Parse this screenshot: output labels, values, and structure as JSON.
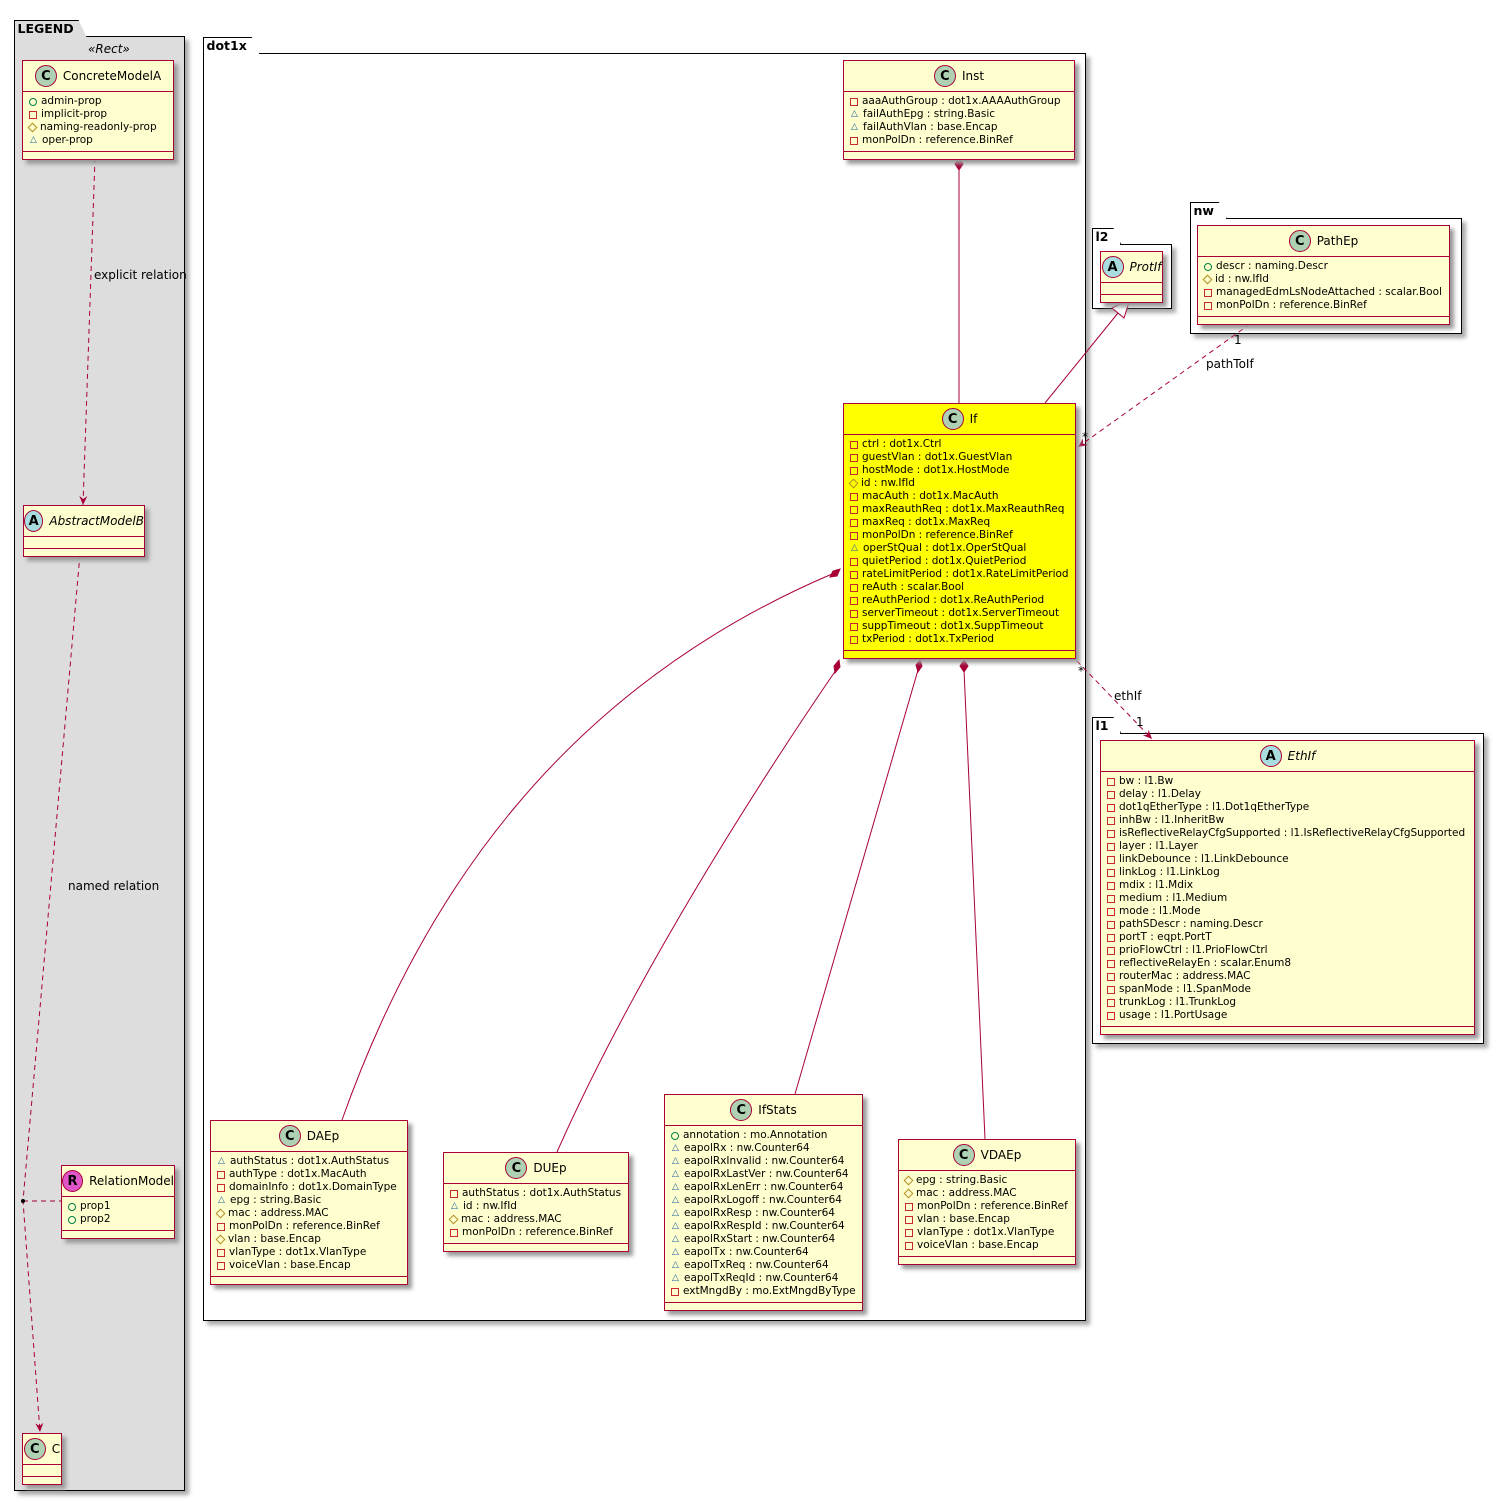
{
  "packages": {
    "legend": {
      "label": "LEGEND",
      "stereotype": "«Rect»"
    },
    "dot1x": {
      "label": "dot1x"
    },
    "l2": {
      "label": "l2"
    },
    "nw": {
      "label": "nw"
    },
    "l1": {
      "label": "l1"
    }
  },
  "classes": {
    "ConcreteModelA": {
      "name": "ConcreteModelA",
      "kind": "C",
      "members": [
        {
          "vis": "+",
          "text": "admin-prop"
        },
        {
          "vis": "-",
          "text": "implicit-prop"
        },
        {
          "vis": "#",
          "text": "naming-readonly-prop"
        },
        {
          "vis": "~",
          "text": "oper-prop"
        }
      ]
    },
    "AbstractModelB": {
      "name": "AbstractModelB",
      "kind": "A",
      "members": []
    },
    "RelationModel": {
      "name": "RelationModel",
      "kind": "R",
      "members": [
        {
          "vis": "+",
          "text": "prop1"
        },
        {
          "vis": "+",
          "text": "prop2"
        }
      ]
    },
    "C": {
      "name": "C",
      "kind": "C",
      "members": []
    },
    "Inst": {
      "name": "Inst",
      "kind": "C",
      "members": [
        {
          "vis": "-",
          "text": "aaaAuthGroup : dot1x.AAAAuthGroup"
        },
        {
          "vis": "~",
          "text": "failAuthEpg : string.Basic"
        },
        {
          "vis": "~",
          "text": "failAuthVlan : base.Encap"
        },
        {
          "vis": "-",
          "text": "monPolDn : reference.BinRef"
        }
      ]
    },
    "If": {
      "name": "If",
      "kind": "C",
      "highlight_color": "#ffff00",
      "members": [
        {
          "vis": "-",
          "text": "ctrl : dot1x.Ctrl"
        },
        {
          "vis": "-",
          "text": "guestVlan : dot1x.GuestVlan"
        },
        {
          "vis": "-",
          "text": "hostMode : dot1x.HostMode"
        },
        {
          "vis": "#",
          "text": "id : nw.IfId"
        },
        {
          "vis": "-",
          "text": "macAuth : dot1x.MacAuth"
        },
        {
          "vis": "-",
          "text": "maxReauthReq : dot1x.MaxReauthReq"
        },
        {
          "vis": "-",
          "text": "maxReq : dot1x.MaxReq"
        },
        {
          "vis": "-",
          "text": "monPolDn : reference.BinRef"
        },
        {
          "vis": "~",
          "text": "operStQual : dot1x.OperStQual"
        },
        {
          "vis": "-",
          "text": "quietPeriod : dot1x.QuietPeriod"
        },
        {
          "vis": "-",
          "text": "rateLimitPeriod : dot1x.RateLimitPeriod"
        },
        {
          "vis": "-",
          "text": "reAuth : scalar.Bool"
        },
        {
          "vis": "-",
          "text": "reAuthPeriod : dot1x.ReAuthPeriod"
        },
        {
          "vis": "-",
          "text": "serverTimeout : dot1x.ServerTimeout"
        },
        {
          "vis": "-",
          "text": "suppTimeout : dot1x.SuppTimeout"
        },
        {
          "vis": "-",
          "text": "txPeriod : dot1x.TxPeriod"
        }
      ]
    },
    "DAEp": {
      "name": "DAEp",
      "kind": "C",
      "members": [
        {
          "vis": "~",
          "text": "authStatus : dot1x.AuthStatus"
        },
        {
          "vis": "-",
          "text": "authType : dot1x.MacAuth"
        },
        {
          "vis": "-",
          "text": "domainInfo : dot1x.DomainType"
        },
        {
          "vis": "~",
          "text": "epg : string.Basic"
        },
        {
          "vis": "#",
          "text": "mac : address.MAC"
        },
        {
          "vis": "-",
          "text": "monPolDn : reference.BinRef"
        },
        {
          "vis": "#",
          "text": "vlan : base.Encap"
        },
        {
          "vis": "-",
          "text": "vlanType : dot1x.VlanType"
        },
        {
          "vis": "-",
          "text": "voiceVlan : base.Encap"
        }
      ]
    },
    "DUEp": {
      "name": "DUEp",
      "kind": "C",
      "members": [
        {
          "vis": "-",
          "text": "authStatus : dot1x.AuthStatus"
        },
        {
          "vis": "~",
          "text": "id : nw.IfId"
        },
        {
          "vis": "#",
          "text": "mac : address.MAC"
        },
        {
          "vis": "-",
          "text": "monPolDn : reference.BinRef"
        }
      ]
    },
    "IfStats": {
      "name": "IfStats",
      "kind": "C",
      "members": [
        {
          "vis": "+",
          "text": "annotation : mo.Annotation"
        },
        {
          "vis": "~",
          "text": "eapolRx : nw.Counter64"
        },
        {
          "vis": "~",
          "text": "eapolRxInvalid : nw.Counter64"
        },
        {
          "vis": "~",
          "text": "eapolRxLastVer : nw.Counter64"
        },
        {
          "vis": "~",
          "text": "eapolRxLenErr : nw.Counter64"
        },
        {
          "vis": "~",
          "text": "eapolRxLogoff : nw.Counter64"
        },
        {
          "vis": "~",
          "text": "eapolRxResp : nw.Counter64"
        },
        {
          "vis": "~",
          "text": "eapolRxRespId : nw.Counter64"
        },
        {
          "vis": "~",
          "text": "eapolRxStart : nw.Counter64"
        },
        {
          "vis": "~",
          "text": "eapolTx : nw.Counter64"
        },
        {
          "vis": "~",
          "text": "eapolTxReq : nw.Counter64"
        },
        {
          "vis": "~",
          "text": "eapolTxReqId : nw.Counter64"
        },
        {
          "vis": "-",
          "text": "extMngdBy : mo.ExtMngdByType"
        }
      ]
    },
    "VDAEp": {
      "name": "VDAEp",
      "kind": "C",
      "members": [
        {
          "vis": "#",
          "text": "epg : string.Basic"
        },
        {
          "vis": "#",
          "text": "mac : address.MAC"
        },
        {
          "vis": "-",
          "text": "monPolDn : reference.BinRef"
        },
        {
          "vis": "-",
          "text": "vlan : base.Encap"
        },
        {
          "vis": "-",
          "text": "vlanType : dot1x.VlanType"
        },
        {
          "vis": "-",
          "text": "voiceVlan : base.Encap"
        }
      ]
    },
    "ProtIf": {
      "name": "ProtIf",
      "kind": "A",
      "members": []
    },
    "PathEp": {
      "name": "PathEp",
      "kind": "C",
      "members": [
        {
          "vis": "+",
          "text": "descr : naming.Descr"
        },
        {
          "vis": "#",
          "text": "id : nw.IfId"
        },
        {
          "vis": "-",
          "text": "managedEdmLsNodeAttached : scalar.Bool"
        },
        {
          "vis": "-",
          "text": "monPolDn : reference.BinRef"
        }
      ]
    },
    "EthIf": {
      "name": "EthIf",
      "kind": "A",
      "members": [
        {
          "vis": "-",
          "text": "bw : l1.Bw"
        },
        {
          "vis": "-",
          "text": "delay : l1.Delay"
        },
        {
          "vis": "-",
          "text": "dot1qEtherType : l1.Dot1qEtherType"
        },
        {
          "vis": "-",
          "text": "inhBw : l1.InheritBw"
        },
        {
          "vis": "-",
          "text": "isReflectiveRelayCfgSupported : l1.IsReflectiveRelayCfgSupported"
        },
        {
          "vis": "-",
          "text": "layer : l1.Layer"
        },
        {
          "vis": "-",
          "text": "linkDebounce : l1.LinkDebounce"
        },
        {
          "vis": "-",
          "text": "linkLog : l1.LinkLog"
        },
        {
          "vis": "-",
          "text": "mdix : l1.Mdix"
        },
        {
          "vis": "-",
          "text": "medium : l1.Medium"
        },
        {
          "vis": "-",
          "text": "mode : l1.Mode"
        },
        {
          "vis": "-",
          "text": "pathSDescr : naming.Descr"
        },
        {
          "vis": "-",
          "text": "portT : eqpt.PortT"
        },
        {
          "vis": "-",
          "text": "prioFlowCtrl : l1.PrioFlowCtrl"
        },
        {
          "vis": "-",
          "text": "reflectiveRelayEn : scalar.Enum8"
        },
        {
          "vis": "-",
          "text": "routerMac : address.MAC"
        },
        {
          "vis": "-",
          "text": "spanMode : l1.SpanMode"
        },
        {
          "vis": "-",
          "text": "trunkLog : l1.TrunkLog"
        },
        {
          "vis": "-",
          "text": "usage : l1.PortUsage"
        }
      ]
    }
  },
  "edges": {
    "explicit": {
      "label": "explicit relation"
    },
    "named": {
      "label": "named relation"
    },
    "pathToIf": {
      "label": "pathToIf",
      "from_mult": "1",
      "to_mult": "*"
    },
    "ethIf": {
      "label": "ethIf",
      "from_mult": "*",
      "to_mult": "1"
    }
  },
  "colors": {
    "border": "#a80036",
    "class_bg": "#fefece",
    "highlight": "#ffff00",
    "legend_bg": "#dddddd"
  }
}
